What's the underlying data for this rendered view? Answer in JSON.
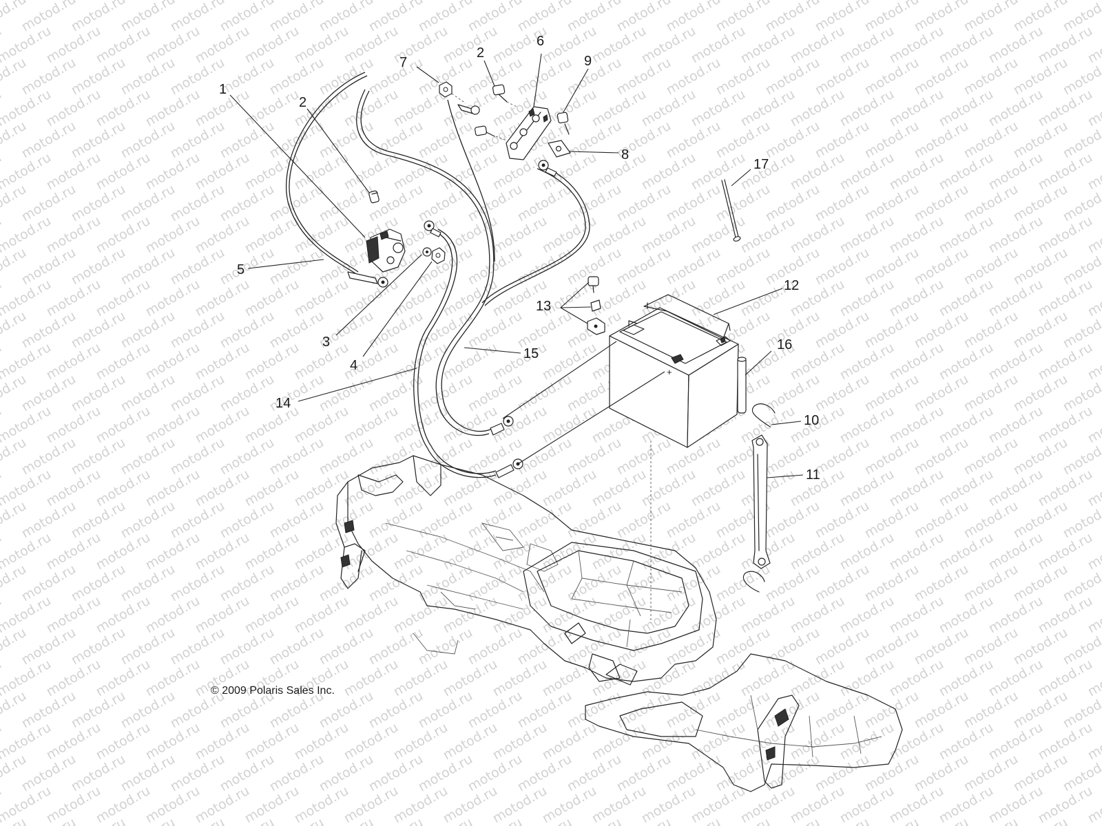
{
  "watermark": {
    "text": "motod.ru",
    "color": "#d2d2d2"
  },
  "copyright": "© 2009 Polaris Sales Inc.",
  "callouts": {
    "c1": "1",
    "c2a": "2",
    "c2b": "2",
    "c3": "3",
    "c4": "4",
    "c5": "5",
    "c6": "6",
    "c7": "7",
    "c8": "8",
    "c9": "9",
    "c10": "10",
    "c11": "11",
    "c12": "12",
    "c13": "13",
    "c14": "14",
    "c15": "15",
    "c16": "16",
    "c17": "17"
  },
  "battery": {
    "terminal_symbol": "+"
  },
  "colors": {
    "line": "#222222",
    "background": "#ffffff"
  }
}
